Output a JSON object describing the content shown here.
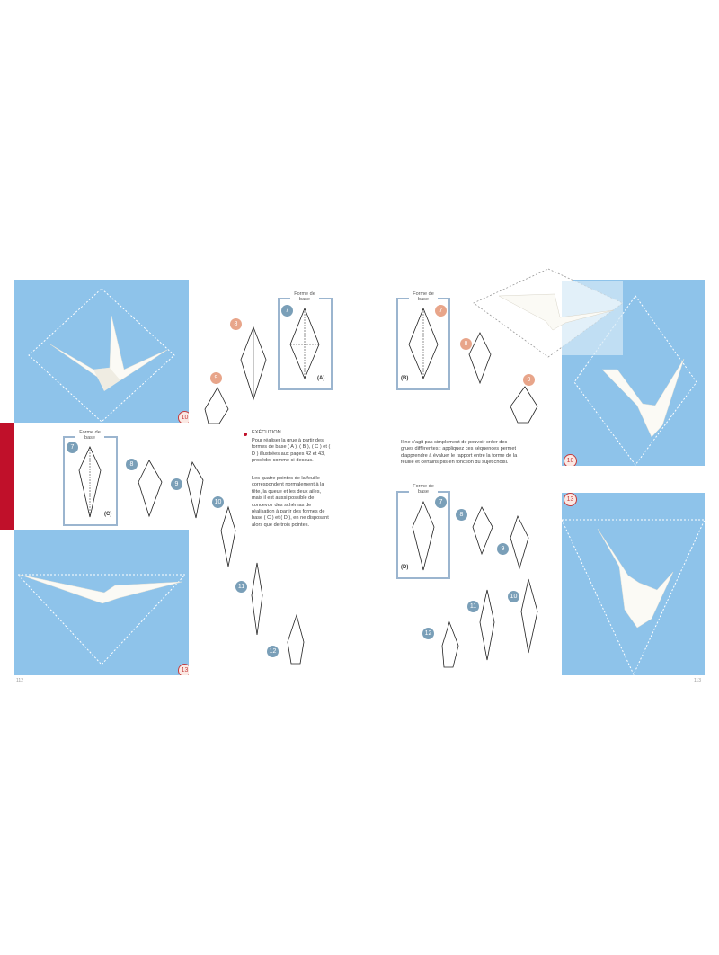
{
  "left_page": {
    "step_photo_top": "10",
    "step_photo_bottom": "13",
    "base_a": {
      "title": "Forme de base",
      "step": "7",
      "letter": "(A)"
    },
    "base_c": {
      "title": "Forme de base",
      "step": "7",
      "letter": "(C)"
    },
    "steps": [
      "8",
      "9",
      "8",
      "9",
      "10",
      "11",
      "12"
    ],
    "execution_heading": "EXÉCUTION",
    "execution_text": "Pour réaliser la grue à partir des formes de base ( A ), ( B ), ( C ) et ( D ) illustrées aux pages 42 et 43, procéder comme ci-dessus.",
    "second_paragraph": "Les quatre pointes de la feuille correspondent normalement à la tête, la queue et les deux ailes, mais il est aussi possible de concevoir des schémas de réalisation à partir des formes de base ( C ) et ( D ), en ne disposant alors que de trois pointes.",
    "folio": "112"
  },
  "right_page": {
    "step_photo_top1": "10",
    "step_photo_top2": "10",
    "step_photo_bottom": "13",
    "base_b": {
      "title": "Forme de base",
      "step": "7",
      "letter": "(B)"
    },
    "base_d": {
      "title": "Forme de base",
      "step": "7",
      "letter": "(D)"
    },
    "steps": [
      "8",
      "9",
      "8",
      "9",
      "10",
      "11",
      "12"
    ],
    "intro_text": "Il ne s'agit pas simplement de pouvoir créer des grues différentes : appliquez ces séquences permet d'apprendre à évaluer le rapport entre la forme de la feuille et certains plis en fonction du sujet choisi.",
    "folio": "113"
  },
  "colors": {
    "sky": "#8ec3ea",
    "accent": "#c0102a",
    "bracket": "#9bb5cf",
    "salmon": "#e8a58a"
  }
}
